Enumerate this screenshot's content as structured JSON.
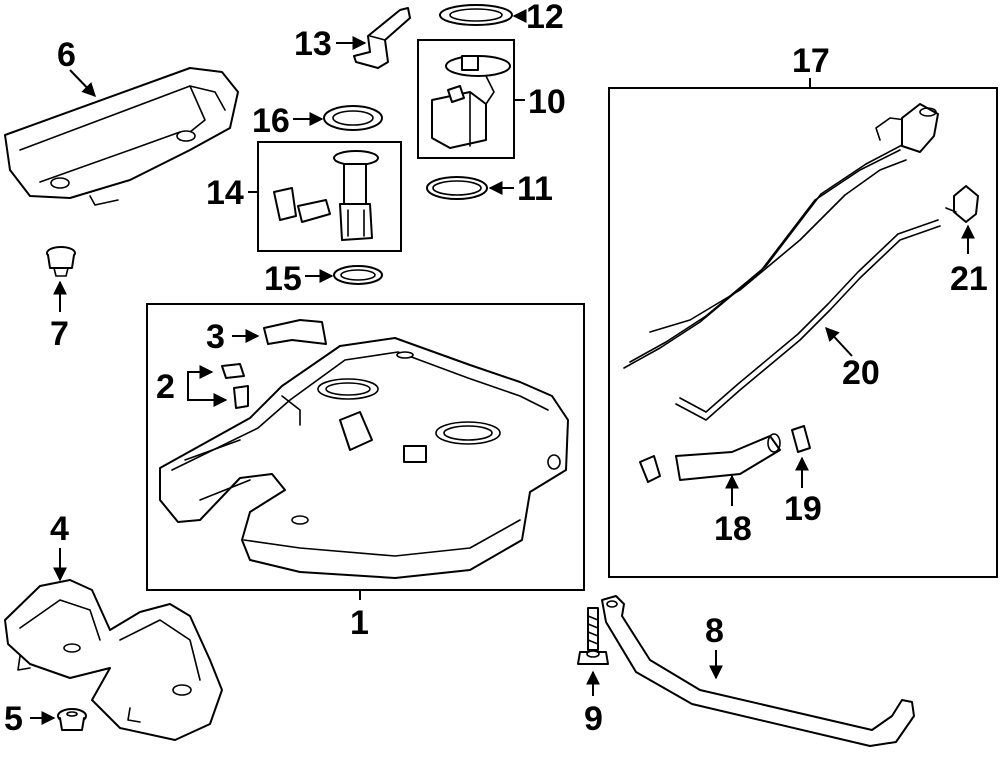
{
  "callouts": {
    "c1": "1",
    "c2": "2",
    "c3": "3",
    "c4": "4",
    "c5": "5",
    "c6": "6",
    "c7": "7",
    "c8": "8",
    "c9": "9",
    "c10": "10",
    "c11": "11",
    "c12": "12",
    "c13": "13",
    "c14": "14",
    "c15": "15",
    "c16": "16",
    "c17": "17",
    "c18": "18",
    "c19": "19",
    "c20": "20",
    "c21": "21"
  },
  "colors": {
    "line": "#000000",
    "background": "#ffffff"
  }
}
